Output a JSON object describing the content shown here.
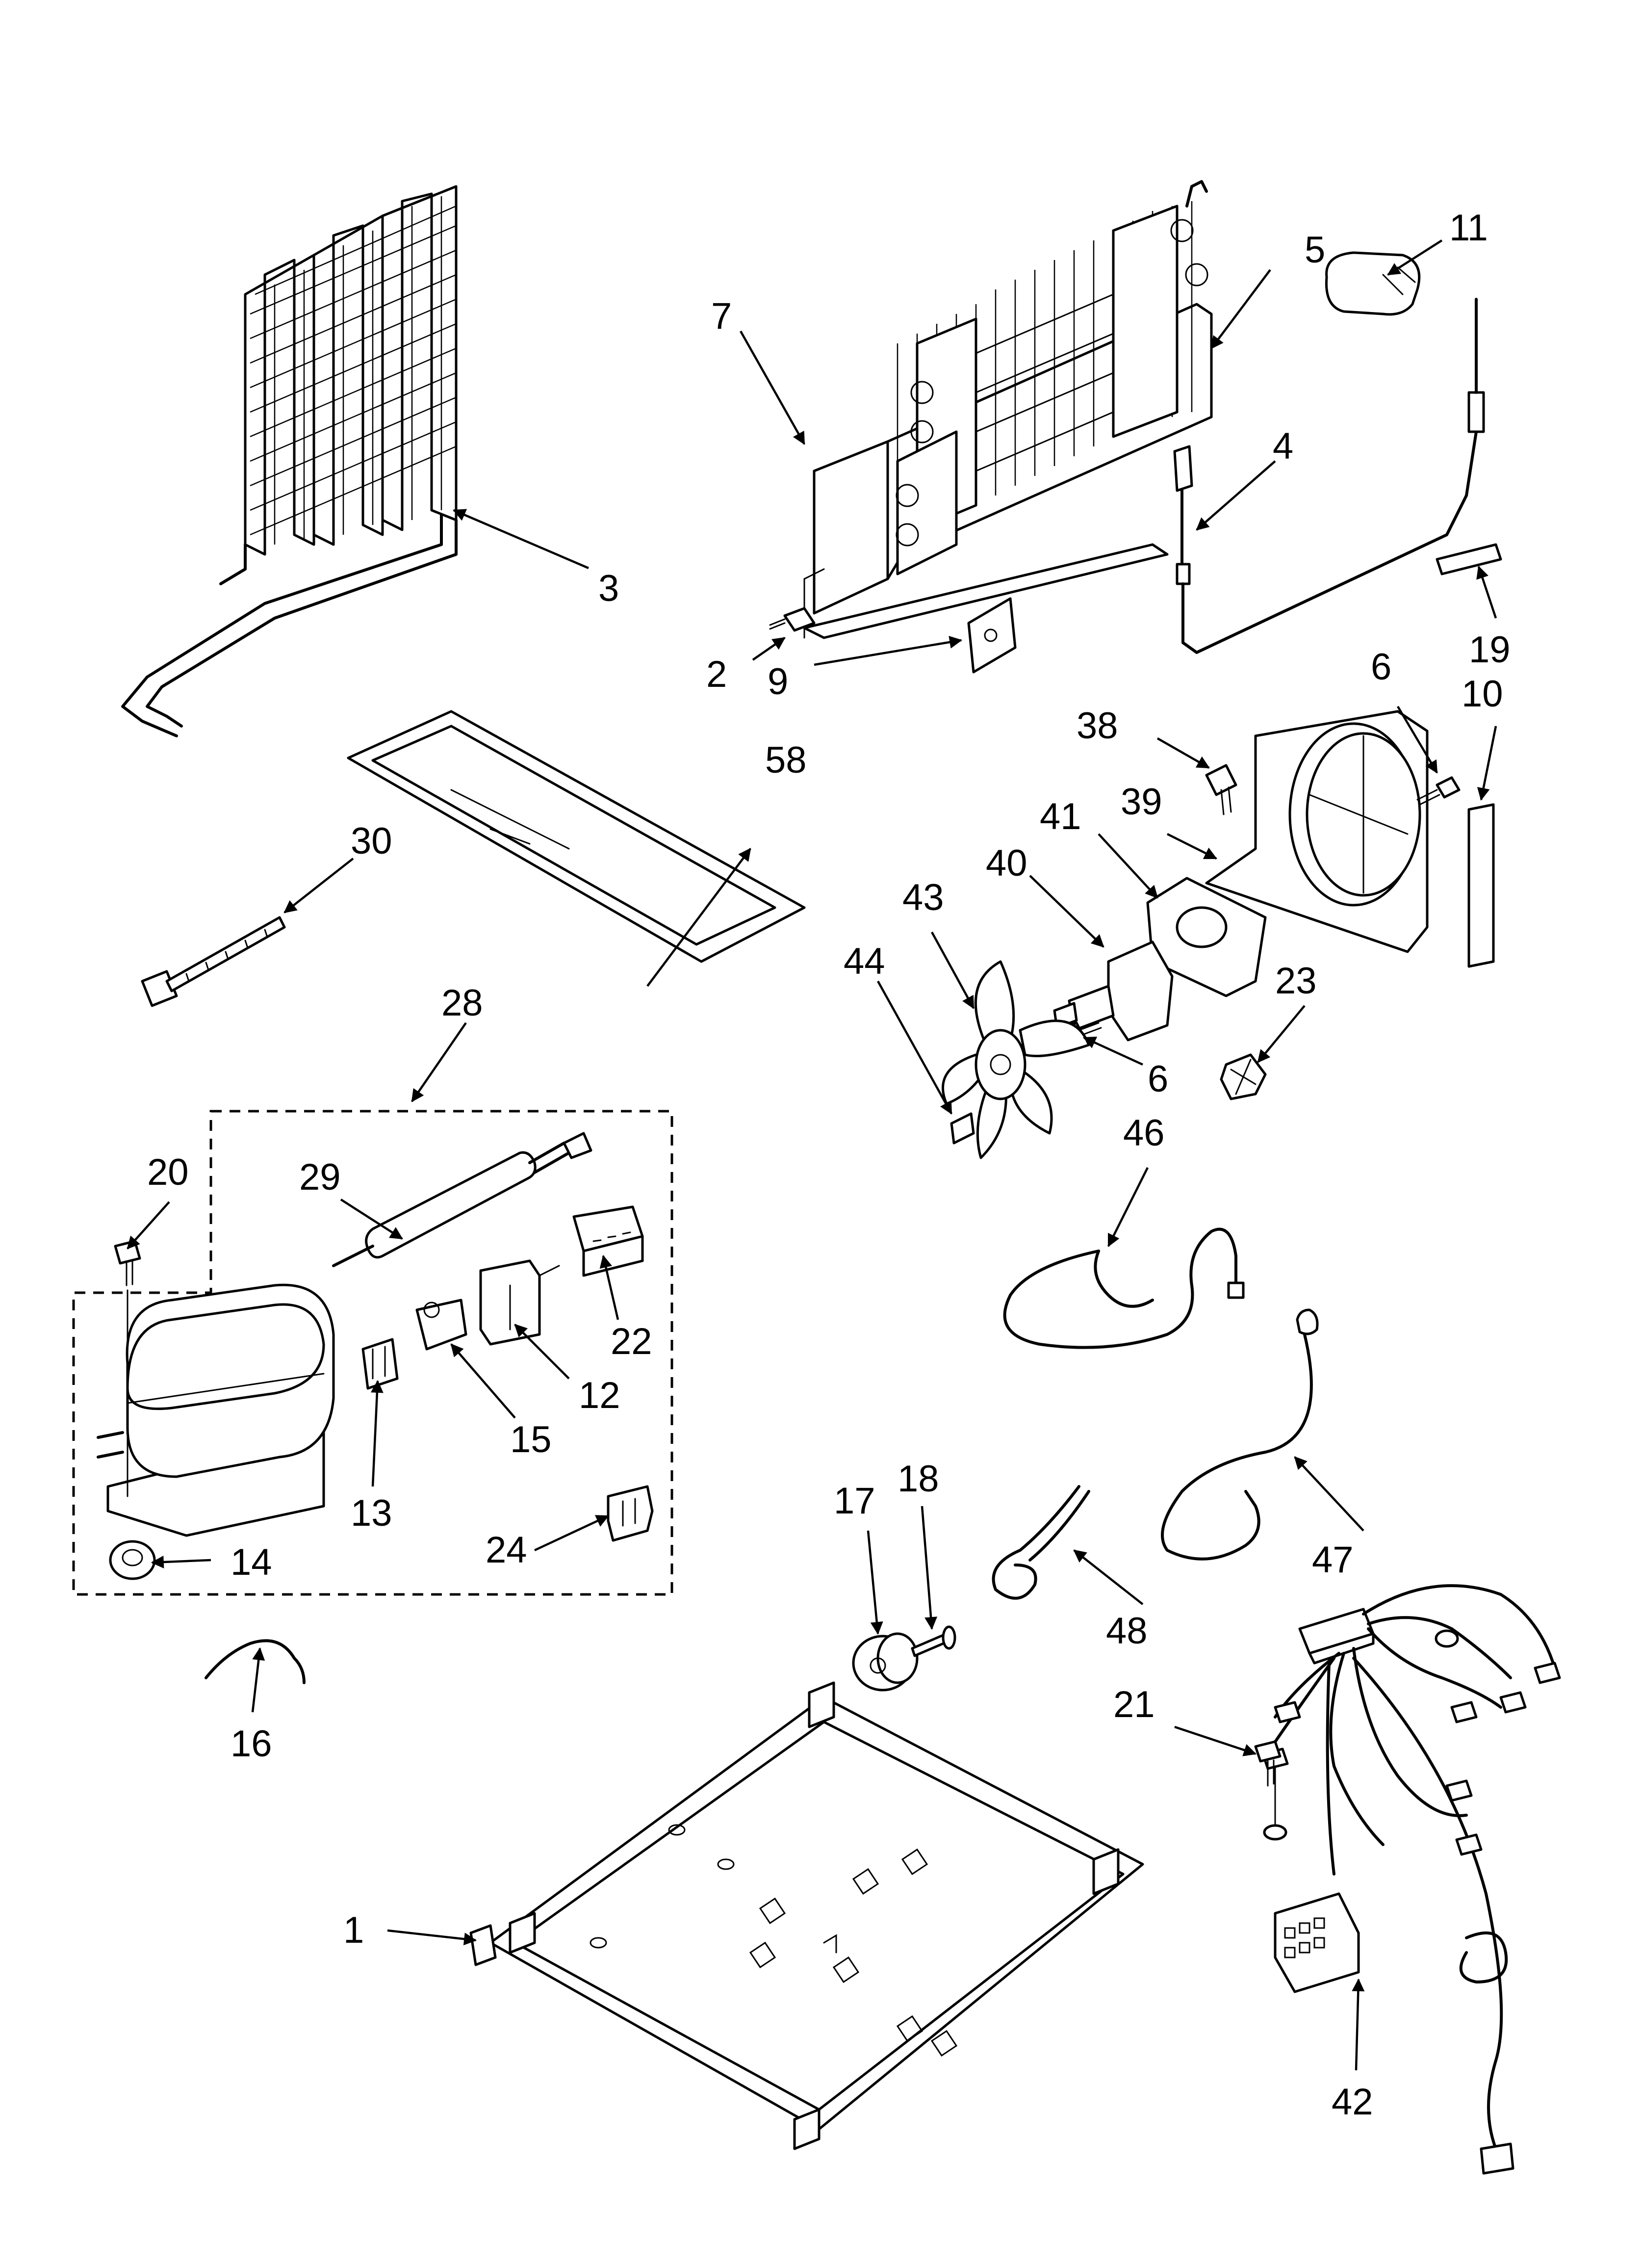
{
  "diagram": {
    "callouts": [
      {
        "id": "c1",
        "label": "1"
      },
      {
        "id": "c2",
        "label": "2"
      },
      {
        "id": "c3",
        "label": "3"
      },
      {
        "id": "c4",
        "label": "4"
      },
      {
        "id": "c5",
        "label": "5"
      },
      {
        "id": "c6a",
        "label": "6"
      },
      {
        "id": "c6b",
        "label": "6"
      },
      {
        "id": "c7",
        "label": "7"
      },
      {
        "id": "c9",
        "label": "9"
      },
      {
        "id": "c10",
        "label": "10"
      },
      {
        "id": "c11",
        "label": "11"
      },
      {
        "id": "c12",
        "label": "12"
      },
      {
        "id": "c13",
        "label": "13"
      },
      {
        "id": "c14",
        "label": "14"
      },
      {
        "id": "c15",
        "label": "15"
      },
      {
        "id": "c16",
        "label": "16"
      },
      {
        "id": "c17",
        "label": "17"
      },
      {
        "id": "c18",
        "label": "18"
      },
      {
        "id": "c19",
        "label": "19"
      },
      {
        "id": "c20",
        "label": "20"
      },
      {
        "id": "c21",
        "label": "21"
      },
      {
        "id": "c22",
        "label": "22"
      },
      {
        "id": "c23",
        "label": "23"
      },
      {
        "id": "c24",
        "label": "24"
      },
      {
        "id": "c28",
        "label": "28"
      },
      {
        "id": "c29",
        "label": "29"
      },
      {
        "id": "c30",
        "label": "30"
      },
      {
        "id": "c38",
        "label": "38"
      },
      {
        "id": "c39",
        "label": "39"
      },
      {
        "id": "c40",
        "label": "40"
      },
      {
        "id": "c41",
        "label": "41"
      },
      {
        "id": "c42",
        "label": "42"
      },
      {
        "id": "c43",
        "label": "43"
      },
      {
        "id": "c44",
        "label": "44"
      },
      {
        "id": "c46",
        "label": "46"
      },
      {
        "id": "c47",
        "label": "47"
      },
      {
        "id": "c48",
        "label": "48"
      },
      {
        "id": "c58",
        "label": "58"
      }
    ]
  }
}
